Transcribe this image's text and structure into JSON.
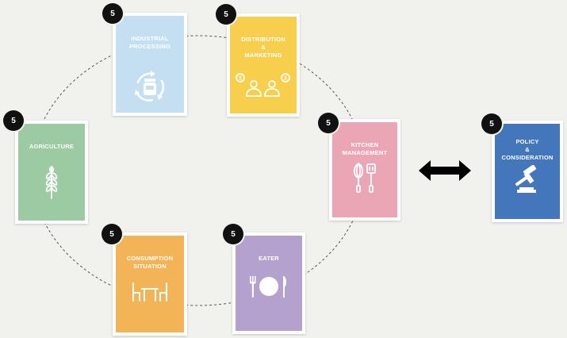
{
  "colors": {
    "industrial": "#c4dff2",
    "distribution": "#f7cf4c",
    "kitchen": "#eba6b6",
    "policy": "#4376bb",
    "agriculture": "#9ccaa2",
    "consumption": "#f2b456",
    "eater": "#b4a1cd"
  },
  "cards": {
    "industrial": {
      "title": "INDUSTRIAL\nPROCESSING",
      "badge": "5",
      "icon": "recycle-jar-icon"
    },
    "distribution": {
      "title": "DISTRIBUTION\n&\nMARKETING",
      "badge": "5",
      "icon": "people-exchange-icon"
    },
    "kitchen": {
      "title": "KITCHEN\nMANAGEMENT",
      "badge": "5",
      "icon": "whisk-spatula-icon"
    },
    "policy": {
      "title": "POLICY\n&\nCONSIDERATION",
      "badge": "5",
      "icon": "gavel-icon"
    },
    "agriculture": {
      "title": "AGRICULTURE",
      "badge": "5",
      "icon": "wheat-icon"
    },
    "consumption": {
      "title": "CONSUMPTION\nSITUATION",
      "badge": "5",
      "icon": "table-chairs-icon"
    },
    "eater": {
      "title": "EATER",
      "badge": "5",
      "icon": "plate-cutlery-icon"
    }
  },
  "connector": {
    "icon": "double-arrow-icon"
  }
}
